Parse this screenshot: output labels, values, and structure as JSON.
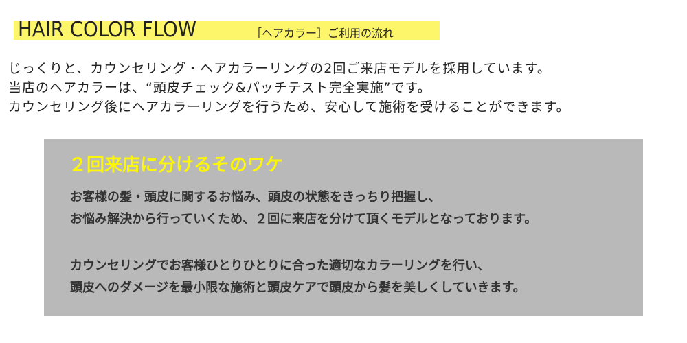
{
  "header": {
    "title_en": "HAIR COLOR FLOW",
    "title_ja": "［ヘアカラー］ご利用の流れ"
  },
  "intro": [
    "じっくりと、カウンセリング・ヘアカラーリングの2回ご来店モデルを採用しています。",
    "当店のヘアカラーは、“頭皮チェック&パッチテスト完全実施”です。",
    "カウンセリング後にヘアカラーリングを行うため、安心して施術を受けることができます。"
  ],
  "reason_box": {
    "heading": "２回来店に分けるそのワケ",
    "paragraph1": [
      "お客様の髪・頭皮に関するお悩み、頭皮の状態をきっちり把握し、",
      "お悩み解決から行っていくため、２回に来店を分けて頂くモデルとなっております。"
    ],
    "paragraph2": [
      "カウンセリングでお客様ひとりひとりに合った適切なカラーリングを行い、",
      "頭皮へのダメージを最小限な施術と頭皮ケアで頭皮から髪を美しくしていきます。"
    ]
  }
}
